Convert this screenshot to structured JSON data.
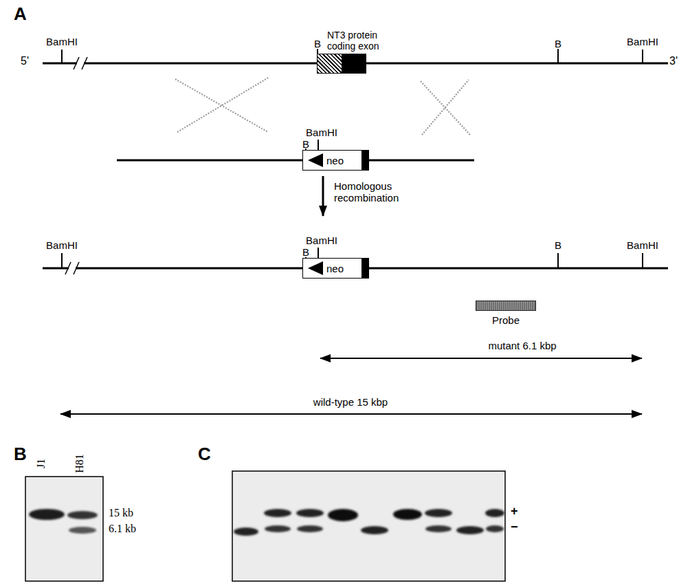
{
  "diagram": {
    "nodes": [
      {
        "text": [
          "NT3 protein coding exon"
        ]
      },
      {
        "text": [
          "neo"
        ]
      },
      {
        "text": [
          "neo"
        ]
      },
      {
        "text": [
          "Probe"
        ]
      }
    ],
    "labels": [
      "A",
      "5'",
      "BamHI",
      "B",
      "B",
      "BamHI",
      "3'",
      "BamHI",
      "B",
      "Homologous recombination",
      "BamHI",
      "BamHI",
      "B",
      "B",
      "BamHI",
      "mutant 6.1 kbp",
      "wild-type 15 kbp",
      "B",
      "J1",
      "H81",
      "15 kb",
      "6.1 kb",
      "C",
      "+",
      "−"
    ]
  }
}
